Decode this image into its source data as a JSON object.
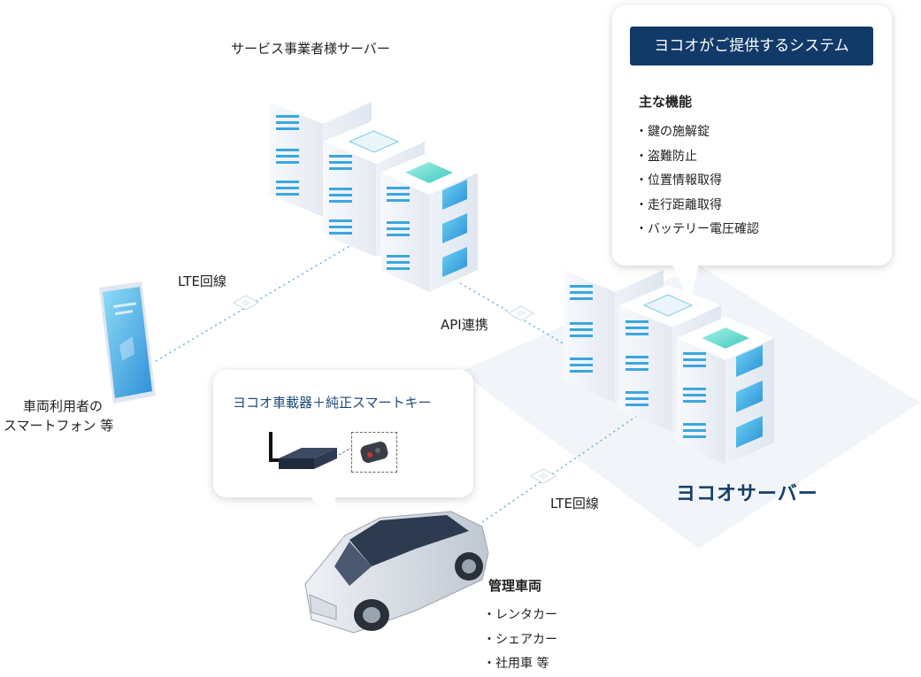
{
  "labels": {
    "service_server": "サービス事業者様サーバー",
    "lte_top": "LTE回線",
    "api": "API連携",
    "phone_line1": "車両利用者の",
    "phone_line2": "スマートフォン 等",
    "lte_bottom": "LTE回線",
    "yokoo_server": "ヨコオサーバー"
  },
  "system_panel": {
    "title": "ヨコオがご提供するシステム",
    "features_heading": "主な機能",
    "features": [
      "鍵の施解錠",
      "盗難防止",
      "位置情報取得",
      "走行距離取得",
      "バッテリー電圧確認"
    ]
  },
  "device_panel": {
    "title": "ヨコオ車載器＋純正スマートキー"
  },
  "vehicles": {
    "heading": "管理車両",
    "items": [
      "レンタカー",
      "シェアカー",
      "社用車 等"
    ]
  },
  "colors": {
    "navy": "#123a68",
    "dotted_line": "#5fb2d8",
    "server_blue": "#3aa7df",
    "floor": "#f1f4f8"
  },
  "icons": [
    "server-stack-icon",
    "smartphone-icon",
    "car-icon",
    "vehicle-device-icon",
    "smart-key-icon",
    "relay-node-icon"
  ]
}
